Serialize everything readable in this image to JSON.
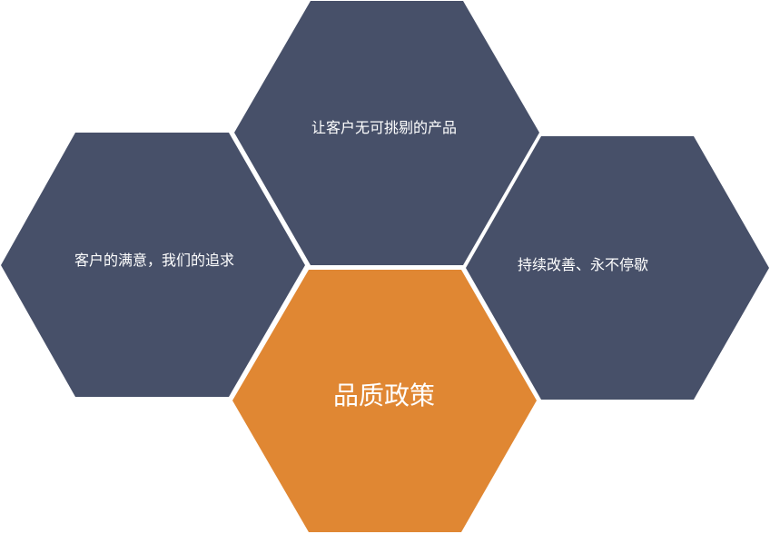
{
  "colors": {
    "dark": "#475069",
    "accent": "#E08733",
    "text": "#ffffff"
  },
  "hexagons": {
    "top": "让客户无可挑剔的产品",
    "left": "客户的满意，我们的追求",
    "right": "持续改善、永不停歇",
    "center": "品质政策"
  }
}
